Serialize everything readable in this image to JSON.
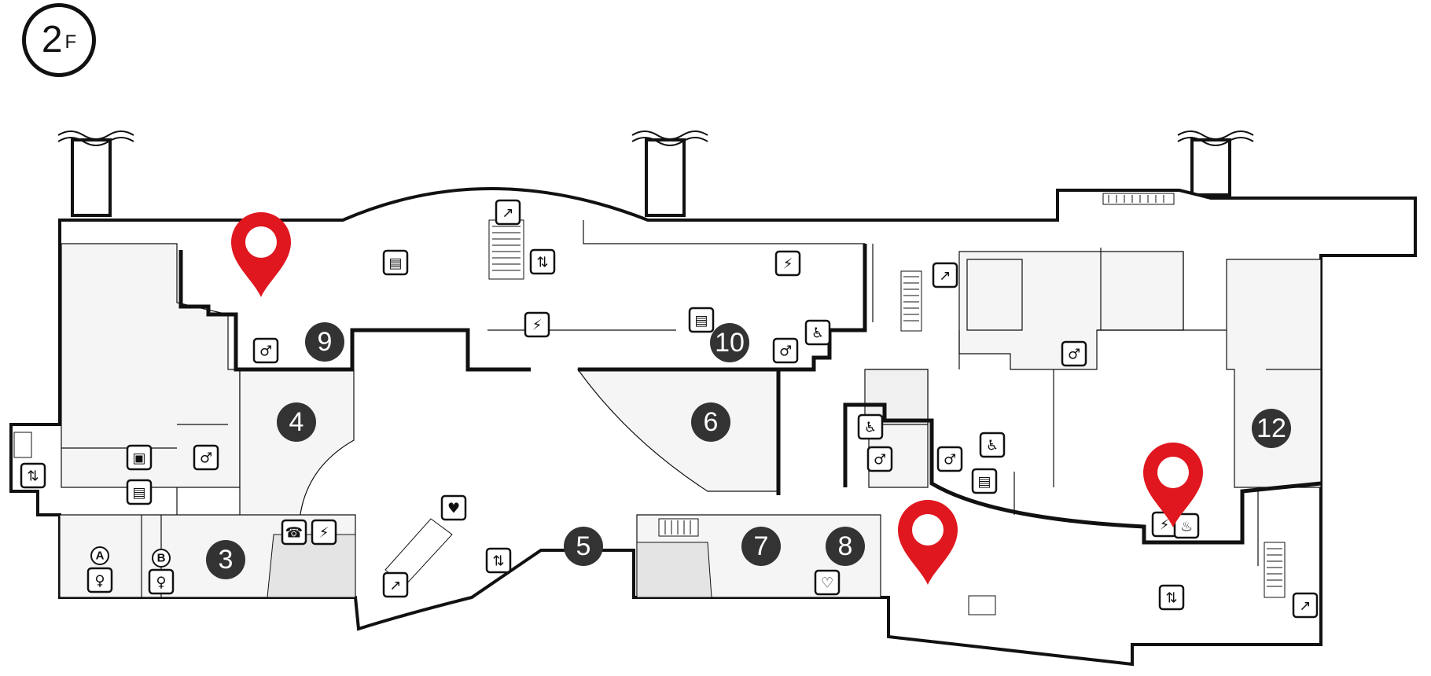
{
  "floor": {
    "number": "2",
    "suffix": "F"
  },
  "zones": [
    "3",
    "4",
    "5",
    "6",
    "7",
    "8",
    "9",
    "10",
    "12"
  ],
  "gates": [
    "A",
    "B"
  ],
  "pins": [
    {
      "label": "location-pin",
      "color": "#e0171f"
    },
    {
      "label": "location-pin",
      "color": "#e0171f"
    },
    {
      "label": "location-pin",
      "color": "#e0171f"
    }
  ],
  "colors": {
    "wall": "#111111",
    "room_fill": "#f5f5f5",
    "shaded_fill": "#e6e6e6",
    "zone_badge": "#333333",
    "pin": "#e0171f"
  },
  "icons": [
    "escalator-icon",
    "elevator-icon",
    "restroom-icon",
    "accessible-restroom-icon",
    "charging-icon",
    "atm-icon",
    "phone-icon",
    "aed-icon",
    "nursing-icon",
    "luggage-icon",
    "priority-seat-icon",
    "smoking-room-icon"
  ]
}
